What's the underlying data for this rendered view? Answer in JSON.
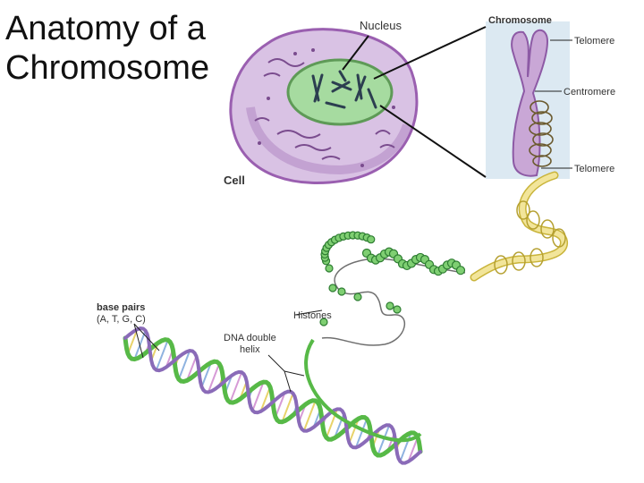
{
  "slide": {
    "title_line1": "Anatomy of a",
    "title_line2": "Chromosome"
  },
  "diagram": {
    "labels": {
      "nucleus": "Nucleus",
      "cell": "Cell",
      "chromosome": "Chromosome",
      "telomere_top": "Telomere",
      "centromere": "Centromere",
      "telomere_bottom": "Telomere",
      "histones": "Histones",
      "dna_line1": "DNA double",
      "dna_line2": "helix",
      "base_pairs_line1": "base pairs",
      "base_pairs_line2": "(A, T, G, C)"
    },
    "colors": {
      "cell_fill": "#d9c2e4",
      "cell_edge": "#9a5fb0",
      "nucleus_fill": "#a6dba0",
      "chromosome_fill": "#c9a7d6",
      "chromosome_panel": "#dce9f2",
      "bead_fill": "#7fcf72",
      "bead_edge": "#2e7d32",
      "fiber_yellow": "#f2e59a",
      "helix_green": "#57b947",
      "helix_purple": "#8a6bb8",
      "rung_pink": "#d69ad6",
      "rung_yellow": "#e8d36a",
      "rung_blue": "#8fb3e0",
      "line": "#222222"
    }
  }
}
